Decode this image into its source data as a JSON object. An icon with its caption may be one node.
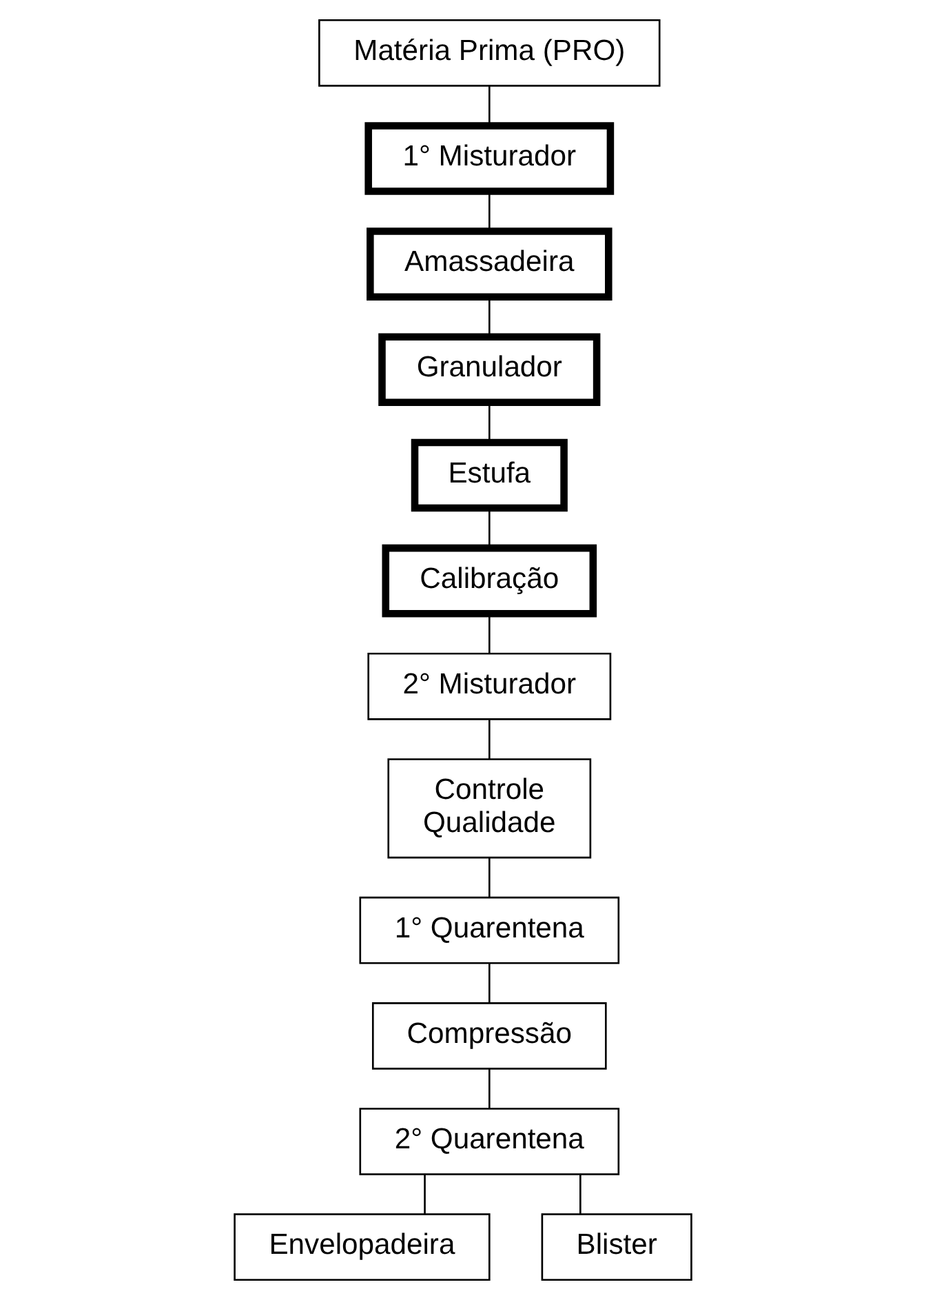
{
  "diagram": {
    "nodes": [
      {
        "text": [
          "Matéria Prima (PRO)"
        ]
      },
      {
        "text": [
          "1° Misturador"
        ]
      },
      {
        "text": [
          "Amassadeira"
        ]
      },
      {
        "text": [
          "Granulador"
        ]
      },
      {
        "text": [
          "Estufa"
        ]
      },
      {
        "text": [
          "Calibração"
        ]
      },
      {
        "text": [
          "2° Misturador"
        ]
      },
      {
        "text": [
          "Controle Qualidade"
        ]
      },
      {
        "text": [
          "1° Quarentena"
        ]
      },
      {
        "text": [
          "Compressão"
        ]
      },
      {
        "text": [
          "2° Quarentena"
        ]
      },
      {
        "text": [
          "Envelopadeira"
        ]
      },
      {
        "text": [
          "Blister"
        ]
      }
    ],
    "edges": [
      {
        "from": 0,
        "to": 1,
        "arrow": "none"
      },
      {
        "from": 1,
        "to": 2,
        "arrow": "none"
      },
      {
        "from": 2,
        "to": 3,
        "arrow": "none"
      },
      {
        "from": 3,
        "to": 4,
        "arrow": "none"
      },
      {
        "from": 4,
        "to": 5,
        "arrow": "none"
      },
      {
        "from": 5,
        "to": 6,
        "arrow": "none"
      },
      {
        "from": 6,
        "to": 7,
        "arrow": "none"
      },
      {
        "from": 7,
        "to": 8,
        "arrow": "none"
      },
      {
        "from": 8,
        "to": 9,
        "arrow": "none"
      },
      {
        "from": 9,
        "to": 10,
        "arrow": "none"
      },
      {
        "from": 10,
        "to": 11,
        "arrow": "none"
      },
      {
        "from": 10,
        "to": 12,
        "arrow": "none"
      }
    ]
  }
}
